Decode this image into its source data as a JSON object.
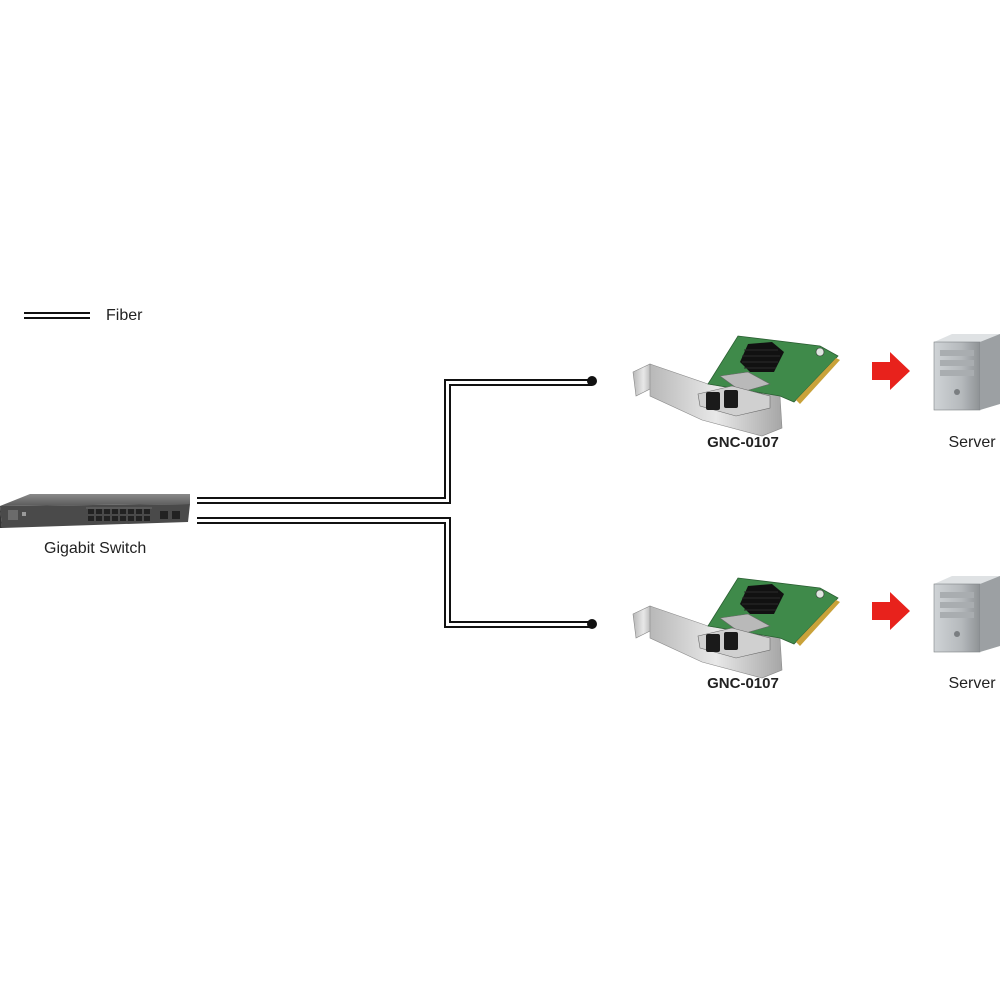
{
  "legend": {
    "fiber_label": "Fiber"
  },
  "switch": {
    "label": "Gigabit Switch"
  },
  "nics": [
    {
      "label": "GNC-0107"
    },
    {
      "label": "GNC-0107"
    }
  ],
  "servers": [
    {
      "label": "Server"
    },
    {
      "label": "Server"
    }
  ],
  "colors": {
    "arrow": "#e8221c",
    "board": "#3f8a4a",
    "line": "#111111"
  }
}
